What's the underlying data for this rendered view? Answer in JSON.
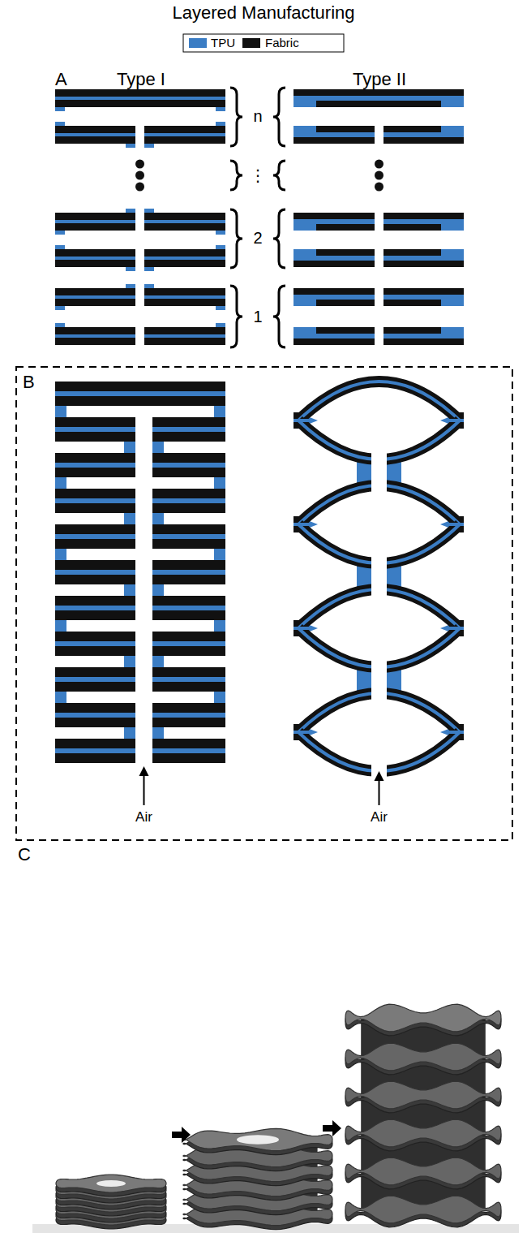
{
  "diagram": {
    "title": "Layered Manufacturing",
    "labels": [
      "A",
      "Type I",
      "Type II",
      "n",
      "⋮",
      "2",
      "1",
      "B",
      "Air",
      "Air",
      "C"
    ],
    "legend": [
      {
        "text": "TPU",
        "color": "#3b7dc4"
      },
      {
        "text": "Fabric",
        "color": "#111111"
      }
    ]
  }
}
